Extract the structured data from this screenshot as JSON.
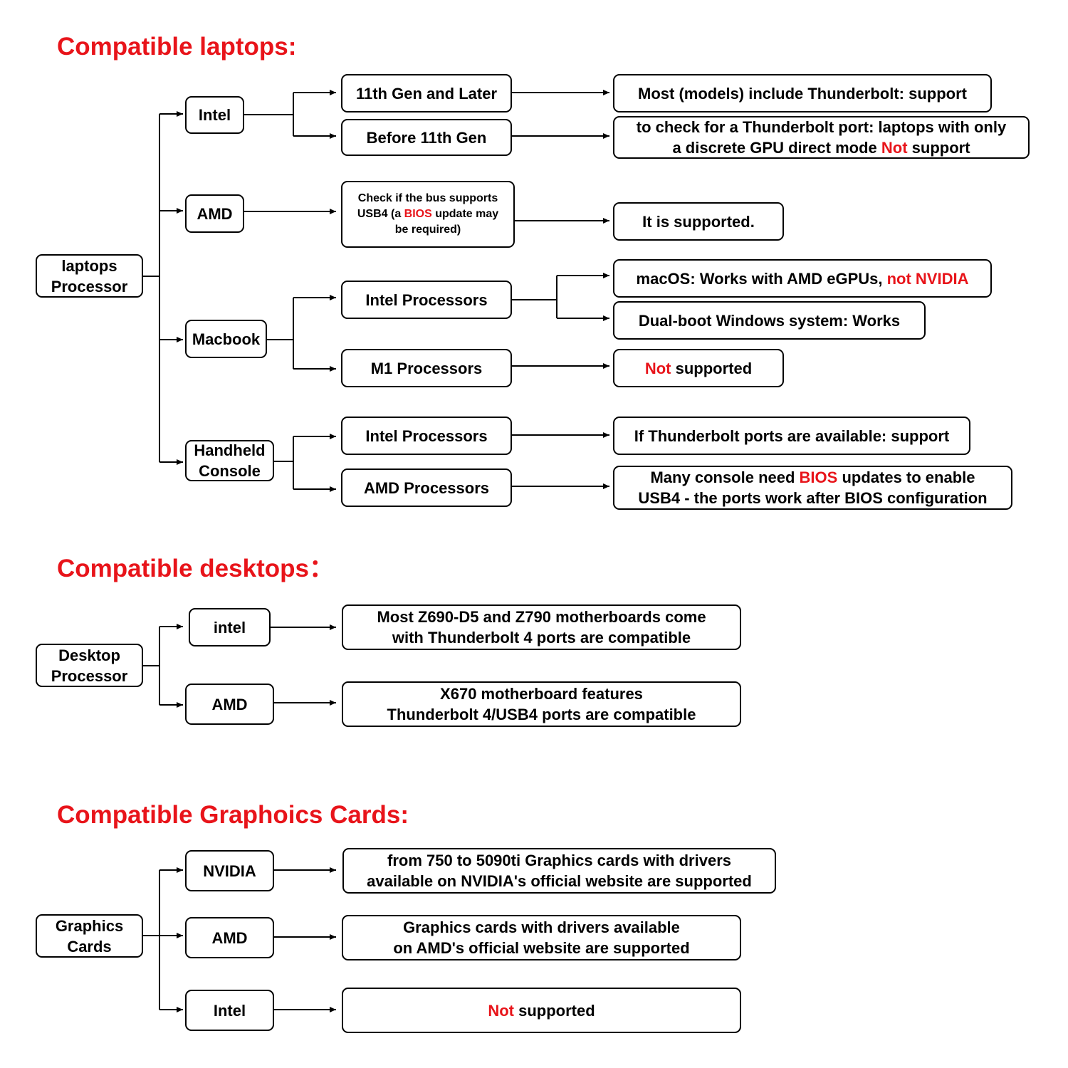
{
  "titles": {
    "laptops": "Compatible laptops:",
    "desktops": "Compatible desktops：",
    "graphics": "Compatible Graphoics Cards:"
  },
  "laptops": {
    "root": [
      "laptops",
      "Processor"
    ],
    "intel": "Intel",
    "intel_11th": "11th Gen and Later",
    "intel_11th_result": "Most (models) include Thunderbolt: support",
    "intel_before": "Before 11th Gen",
    "intel_before_result": {
      "line1": "to check for a Thunderbolt port: laptops with only",
      "line2_a": "a discrete  GPU direct mode ",
      "line2_red": "Not",
      "line2_b": " support"
    },
    "amd": "AMD",
    "amd_check": {
      "line1": "Check if the bus supports",
      "line2_a": "USB4 (a ",
      "line2_red": "BIOS",
      "line2_b": " update may",
      "line3": "be required)"
    },
    "amd_result": "It is supported.",
    "macbook": "Macbook",
    "mac_intel": "Intel Processors",
    "mac_intel_macos": {
      "a": "macOS: Works with AMD eGPUs, ",
      "red": "not NVIDIA"
    },
    "mac_intel_dualboot": "Dual-boot Windows system: Works",
    "mac_m1": "M1 Processors",
    "mac_m1_result": {
      "red": "Not",
      "b": " supported"
    },
    "handheld": [
      "Handheld",
      "Console"
    ],
    "hh_intel": "Intel Processors",
    "hh_intel_result": "If Thunderbolt ports are available: support",
    "hh_amd": "AMD Processors",
    "hh_amd_result": {
      "line1_a": "Many console need ",
      "line1_red": "BIOS",
      "line1_b": " updates to enable",
      "line2": "USB4 - the ports work after BIOS configuration"
    }
  },
  "desktops": {
    "root": [
      "Desktop",
      "Processor"
    ],
    "intel": "intel",
    "intel_result": [
      "Most Z690-D5 and Z790 motherboards come",
      "with Thunderbolt 4 ports are compatible"
    ],
    "amd": "AMD",
    "amd_result": [
      "X670 motherboard features",
      "Thunderbolt 4/USB4 ports are compatible"
    ]
  },
  "graphics": {
    "root": [
      "Graphics",
      "Cards"
    ],
    "nvidia": "NVIDIA",
    "nvidia_result": [
      "from 750 to 5090ti Graphics cards with drivers",
      "available on NVIDIA's official website are supported"
    ],
    "amd": "AMD",
    "amd_result": [
      "Graphics cards with drivers available",
      "on AMD's official website are supported"
    ],
    "intel": "Intel",
    "intel_result": {
      "red": "Not",
      "b": " supported"
    }
  },
  "colors": {
    "accent_red": "#e8141a",
    "line": "#000000"
  }
}
